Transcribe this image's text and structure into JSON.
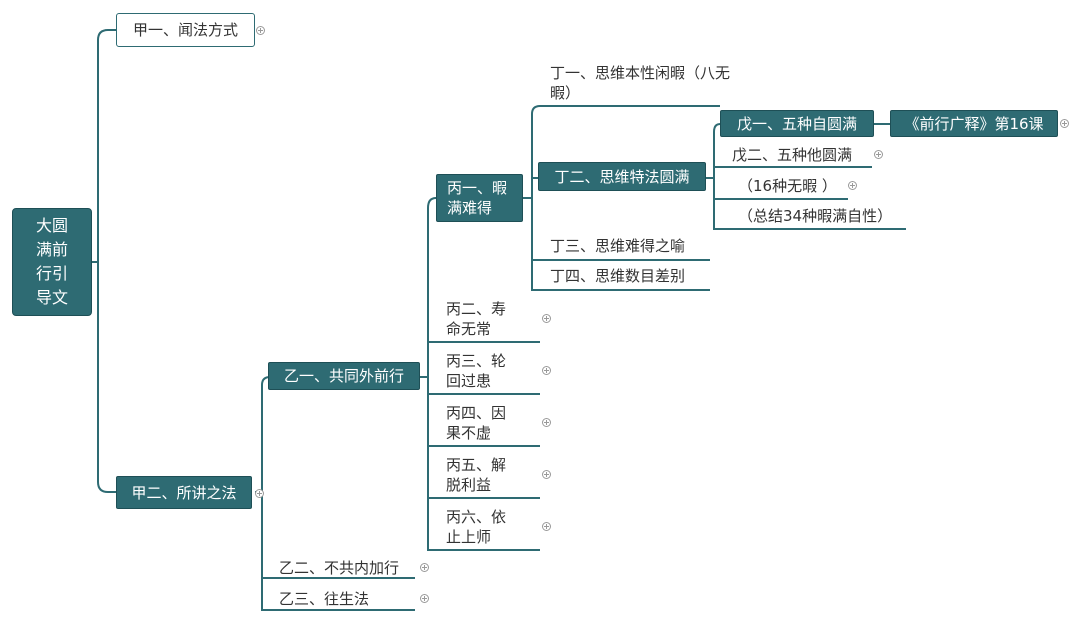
{
  "colors": {
    "accent": "#2e6b73",
    "line": "#2e6b73",
    "text": "#333333"
  },
  "root": {
    "label": "大圆满前行引导文"
  },
  "jia1": {
    "label": "甲一、闻法方式"
  },
  "jia2": {
    "label": "甲二、所讲之法"
  },
  "yi1": {
    "label": "乙一、共同外前行"
  },
  "yi2": {
    "label": "乙二、不共内加行"
  },
  "yi3": {
    "label": "乙三、往生法"
  },
  "bing1": {
    "label": "丙一、暇满难得"
  },
  "bing2": {
    "label": "丙二、寿命无常"
  },
  "bing3": {
    "label": "丙三、轮回过患"
  },
  "bing4": {
    "label": "丙四、因果不虚"
  },
  "bing5": {
    "label": "丙五、解脱利益"
  },
  "bing6": {
    "label": "丙六、依止上师"
  },
  "ding1": {
    "label": "丁一、思维本性闲暇（八无暇）"
  },
  "ding2": {
    "label": "丁二、思维特法圆满"
  },
  "ding3": {
    "label": "丁三、思维难得之喻"
  },
  "ding4": {
    "label": "丁四、思维数目差别"
  },
  "wu1": {
    "label": "戊一、五种自圆满"
  },
  "wu2": {
    "label": "戊二、五种他圆满"
  },
  "note1": {
    "label": "（16种无暇 ）"
  },
  "note2": {
    "label": "（总结34种暇满自性）"
  },
  "lesson": {
    "label": "《前行广释》第16课"
  }
}
